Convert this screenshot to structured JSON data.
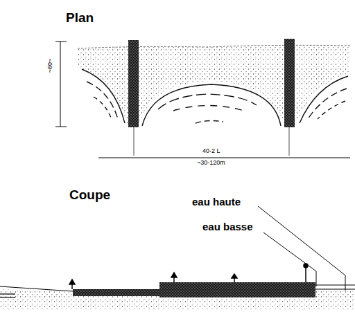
{
  "diagram": {
    "labels": [
      "Plan",
      "Coupe",
      "eau haute",
      "eau basse",
      "~60~",
      "40-2 L",
      "~30-120m"
    ]
  }
}
